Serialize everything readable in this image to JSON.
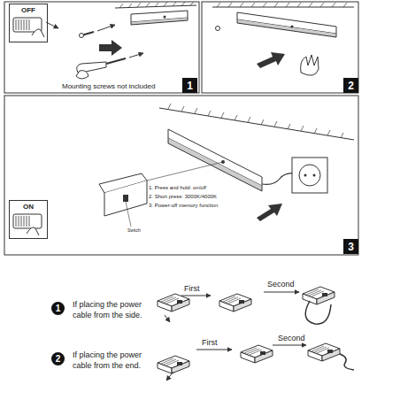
{
  "diagram": {
    "nodes": [
      {
        "text": [
          "OFF"
        ]
      },
      {
        "text": [
          "1"
        ]
      },
      {
        "text": [
          "2"
        ]
      },
      {
        "text": [
          "ON"
        ]
      },
      {
        "text": [
          "3"
        ]
      },
      {
        "text": [
          "1"
        ]
      },
      {
        "text": [
          "2"
        ]
      }
    ],
    "labels": [
      "Mounting screws not included",
      "1. Press and hold: on/off",
      "2. Short press: 3000K/4000K",
      "3. Power-off memory function",
      "Switch",
      "If placing the power cable from the side.",
      "First",
      "Second",
      "If placing the power cable from the end.",
      "First",
      "Second"
    ]
  }
}
